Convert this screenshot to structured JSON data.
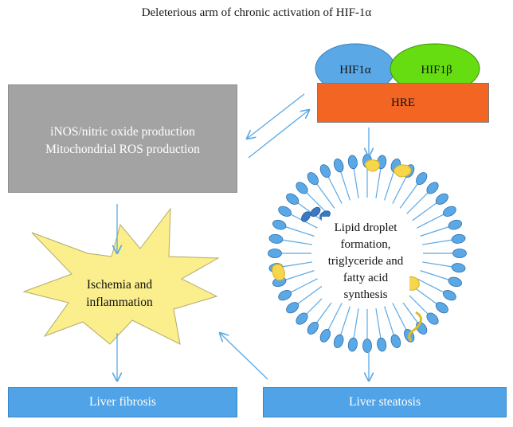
{
  "title": "Deleterious arm of chronic activation of HIF-1α",
  "subunits": {
    "alpha": "HIF1α",
    "beta": "HIF1β"
  },
  "hre_label": "HRE",
  "box_left": {
    "line1": "iNOS/nitric oxide production",
    "line2": "Mitochondrial ROS production"
  },
  "star_label": {
    "line1": "Ischemia and",
    "line2": "inflammation"
  },
  "droplet_label": {
    "line1": "Lipid droplet",
    "line2": "formation,",
    "line3": "triglyceride and",
    "line4": "fatty acid",
    "line5": "synthesis"
  },
  "outcomes": {
    "fibrosis": "Liver fibrosis",
    "steatosis": "Liver steatosis"
  },
  "colors": {
    "hif1a": "#5aa9e6",
    "hif1b": "#66dd11",
    "hre": "#f26522",
    "grey_box": "#a3a3a3",
    "star": "#fbee8c",
    "outcome_box": "#4fa3e6",
    "arrow": "#5aa9e6",
    "lipid_head": "#5aa9e6"
  }
}
